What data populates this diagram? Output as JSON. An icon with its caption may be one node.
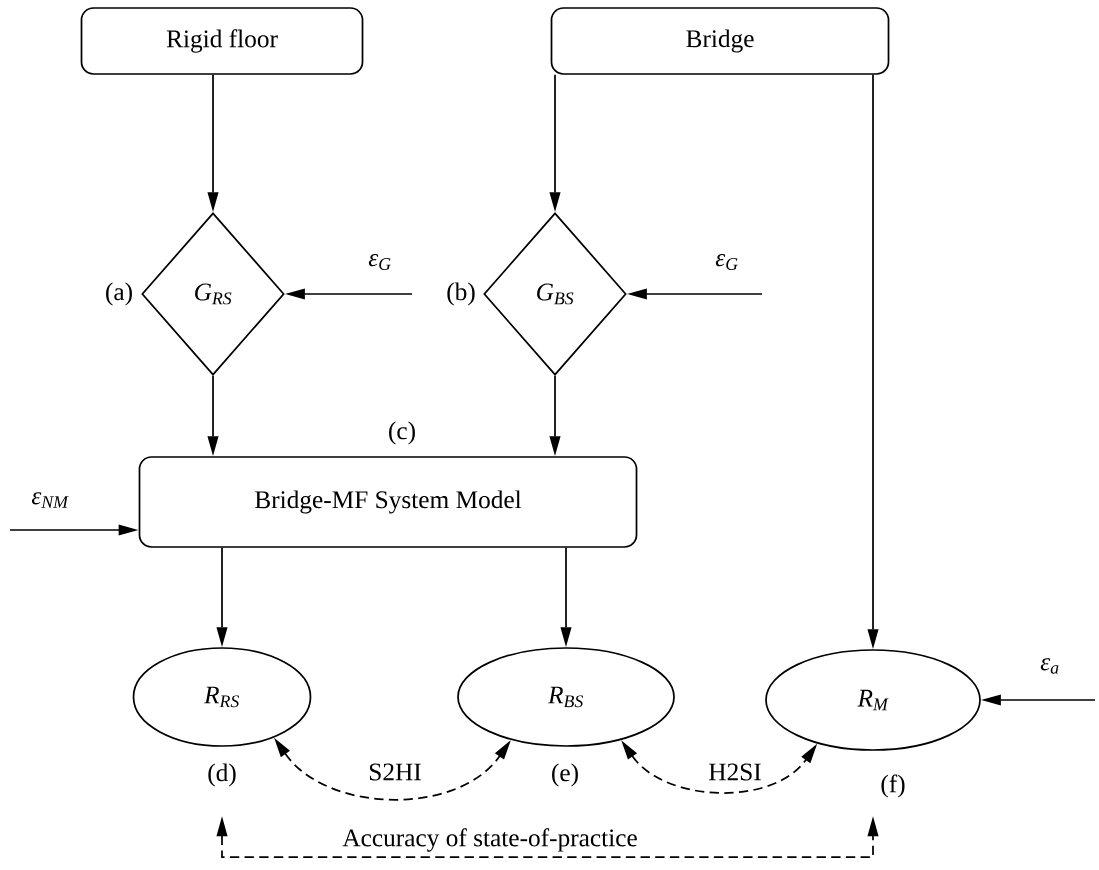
{
  "diagram": {
    "nodes": [
      {
        "text": [
          "Rigid floor"
        ]
      },
      {
        "text": [
          "Bridge"
        ]
      },
      {
        "text": [
          "G$_{RS}$"
        ],
        "beside": [
          "(a)"
        ]
      },
      {
        "text": [
          "G$_{BS}$"
        ],
        "beside": [
          "(b)"
        ]
      },
      {
        "text": [
          "Bridge-MF System Model"
        ],
        "beside": [
          "(c)"
        ]
      },
      {
        "text": [
          "R$_{RS}$"
        ],
        "beside": [
          "(d)"
        ]
      },
      {
        "text": [
          "R$_{BS}$"
        ],
        "beside": [
          "(e)"
        ]
      },
      {
        "text": [
          "R$_{M}$"
        ],
        "beside": [
          "(f)"
        ]
      }
    ],
    "edges": [
      {
        "from": 0,
        "to": 2,
        "arrow": "to"
      },
      {
        "from": 1,
        "to": 3,
        "arrow": "to"
      },
      {
        "from": 1,
        "to": 7,
        "arrow": "to"
      },
      {
        "from": null,
        "to": 2,
        "arrow": "to",
        "label": "ε$_{G}$"
      },
      {
        "from": null,
        "to": 3,
        "arrow": "to",
        "label": "ε$_{G}$"
      },
      {
        "from": 2,
        "to": 4,
        "arrow": "to"
      },
      {
        "from": 3,
        "to": 4,
        "arrow": "to"
      },
      {
        "from": null,
        "to": 4,
        "arrow": "to",
        "label": "ε$_{NM}$"
      },
      {
        "from": 4,
        "to": 5,
        "arrow": "to"
      },
      {
        "from": 4,
        "to": 6,
        "arrow": "to"
      },
      {
        "from": null,
        "to": 7,
        "arrow": "to",
        "label": "ε$_{a}$"
      },
      {
        "from": 5,
        "to": 6,
        "arrow": "both",
        "style": "dashed",
        "label": "S2HI"
      },
      {
        "from": 6,
        "to": 7,
        "arrow": "both",
        "style": "dashed",
        "label": "H2SI"
      },
      {
        "from": 5,
        "to": 7,
        "arrow": "both",
        "style": "dashed",
        "label": "Accuracy of state-of-practice"
      }
    ]
  }
}
